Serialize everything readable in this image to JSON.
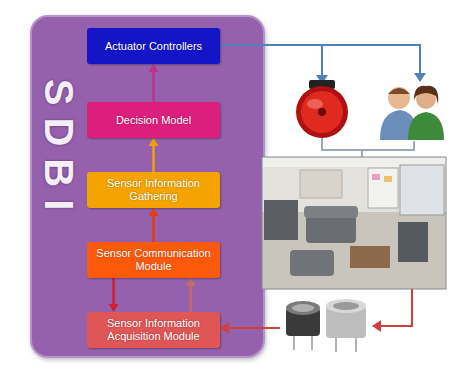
{
  "diagram": {
    "nodes": [
      {
        "text": [
          "SDBI"
        ]
      },
      {
        "text": [
          "Actuator Controllers"
        ],
        "in": 0
      },
      {
        "text": [
          "Decision Model"
        ],
        "in": 0
      },
      {
        "text": [
          "Sensor Information Gathering"
        ],
        "in": 0
      },
      {
        "text": [
          "Sensor Communication Module"
        ],
        "in": 0
      },
      {
        "text": [
          "Sensor Information Acquisition Module"
        ],
        "in": 0
      }
    ],
    "edges": [
      {
        "from": 4,
        "to": 5,
        "arrow": "to"
      },
      {
        "from": 5,
        "to": 4,
        "arrow": "to"
      },
      {
        "from": 4,
        "to": 3,
        "arrow": "to"
      },
      {
        "from": 3,
        "to": 2,
        "arrow": "to"
      },
      {
        "from": 2,
        "to": 1,
        "arrow": "to"
      }
    ]
  }
}
